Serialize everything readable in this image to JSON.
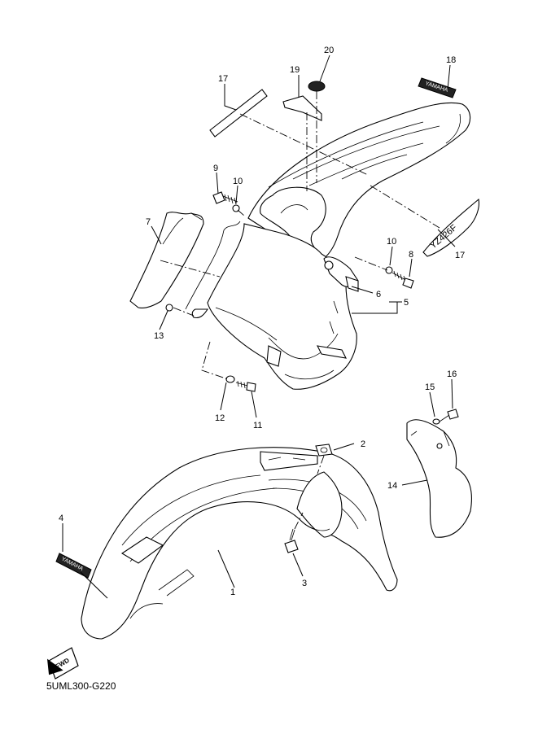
{
  "callouts": {
    "c1": "1",
    "c2": "2",
    "c3": "3",
    "c4": "4",
    "c5": "5",
    "c6": "6",
    "c7": "7",
    "c8": "8",
    "c9": "9",
    "c10a": "10",
    "c10b": "10",
    "c11": "11",
    "c12": "12",
    "c13": "13",
    "c14": "14",
    "c15": "15",
    "c16": "16",
    "c17a": "17",
    "c17b": "17",
    "c18": "18",
    "c19": "19",
    "c20": "20"
  },
  "decals": {
    "front_fender_brand": "YAMAHA",
    "rear_fender_brand": "YAMAHA",
    "side_decal_model": "YZ426F"
  },
  "fwd_badge": "FWD",
  "diagram_code": "5UML300-G220"
}
